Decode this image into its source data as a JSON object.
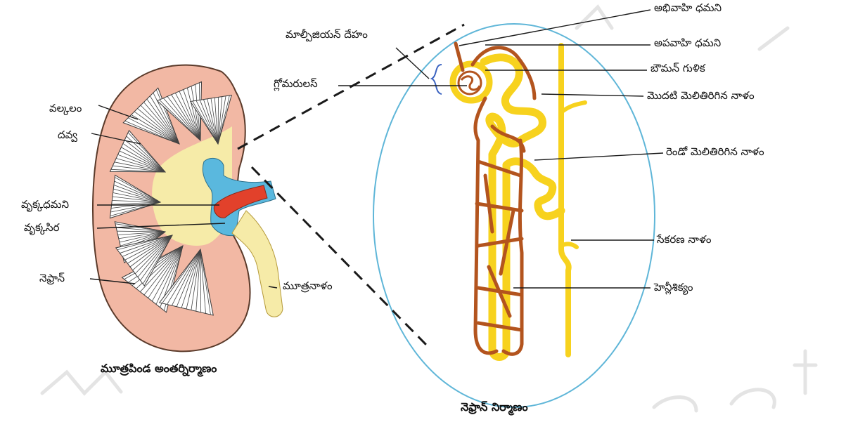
{
  "kidney": {
    "caption": "మూత్రపిండ అంతర్నిర్మాణం",
    "labels": {
      "cortex": "వల్కలం",
      "medulla": "దవ్వ",
      "renal_artery": "వృక్కధమని",
      "renal_vein": "వృక్కసిర",
      "nephron": "నెఫ్రాన్",
      "ureter": "మూత్రనాళం"
    }
  },
  "nephron": {
    "caption": "నెఫ్రాన్ నిర్మాణం",
    "labels": {
      "malpighian_body": "మాల్పీజియన్ దేహం",
      "glomerulus": "గ్లోమరులస్",
      "afferent_arteriole": "అభివాహి ధమని",
      "efferent_arteriole": "అపవాహి ధమని",
      "bowmans_capsule": "బౌమన్ గుళిక",
      "pct": "మొదటి మెలితిరిగిన నాళం",
      "dct": "రెండో మెలితిరిగిన నాళం",
      "collecting_duct": "సేకరణ నాళం",
      "loop_of_henle": "హెన్లీశిక్యం"
    }
  },
  "colors": {
    "kidney_cortex": "#f2b8a4",
    "kidney_core": "#f6eba8",
    "tubule": "#f7d21e",
    "capillary": "#b3541e",
    "vein": "#5ab8de",
    "artery": "#e2412b",
    "oval": "#5fb6d8"
  }
}
